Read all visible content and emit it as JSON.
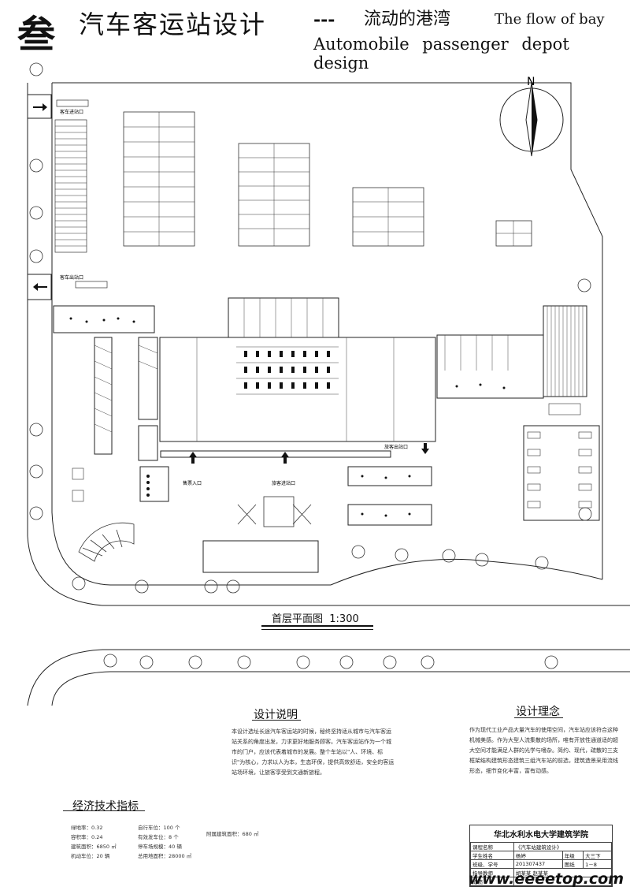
{
  "header": {
    "sheet_number": "叁",
    "title_zh": "汽车客运站设计",
    "separator": "---",
    "subtitle_zh": "流动的港湾",
    "subtitle_en": "The flow of bay",
    "title_en": "Automobile passenger depot design"
  },
  "plan": {
    "north_label": "N",
    "entrance_bus": "客车进站口",
    "exit_bus": "客车出站口",
    "exit_passenger": "旅客出站口",
    "entrance_ticket": "售票入口",
    "entrance_passenger": "旅客进站口",
    "plan_title": "首层平面图",
    "plan_scale": "1:300"
  },
  "design_notes": {
    "title": "设计说明",
    "text": "本设计选址长途汽车客运站的时候，秘终坚持适从城市与汽车客运站关系的角度出发，力求更好地服务顾客。汽车客运站作为一个城市的门户，应该代表着城市的发展。整个车站以\"人、环境、标识\"为核心，力求以人为本，生态环保，提供高效舒适，安全的客运站场环境，让旅客享受到文通新旅程。"
  },
  "design_concept": {
    "title": "设计理念",
    "text": "作为现代工业产品大量汽车的使用空间，汽车站应该符合这种机械美感。作为大型人流集散的场所，唯有开放性通道适的超大空间才能满足人群的光学与嗜杂。简约、现代，疏散的三支框架结构建筑形态建筑三组汽车站的前选，建筑造景采用流线形态，细节变化丰富，富有动感。"
  },
  "economics": {
    "title": "经济技术指标",
    "col1": [
      "绿地率：0.32",
      "容积率：0.24",
      "建筑面积：6850 ㎡",
      "机动车位：20 辆"
    ],
    "col2": [
      "自行车位：100 个",
      "有效发车位：8 个",
      "停车场规模：40 辆",
      "总用地面积：28000 ㎡"
    ],
    "col3": "附属建筑面积：680 ㎡"
  },
  "title_block": {
    "school": "华北水利水电大学建筑学院",
    "rows": [
      [
        "课程名称",
        "《汽车站建筑设计》",
        "",
        ""
      ],
      [
        "学生姓名",
        "杨婷",
        "年级",
        "大三下"
      ],
      [
        "班级、学号",
        "201307437",
        "图纸",
        "1－8"
      ],
      [
        "指导教师",
        "胡某某  赵某某",
        "",
        ""
      ],
      [
        "成绩",
        "",
        "",
        ""
      ]
    ]
  },
  "watermark": "www.eeeetop.com"
}
